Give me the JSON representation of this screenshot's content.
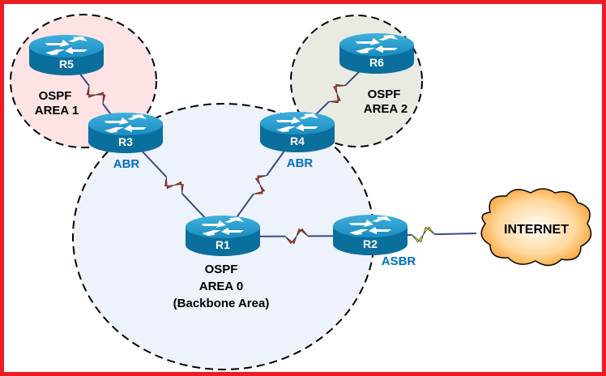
{
  "areas": {
    "area1": {
      "line1": "OSPF",
      "line2": "AREA 1",
      "fill": "#fde3e3"
    },
    "area2": {
      "line1": "OSPF",
      "line2": "AREA 2",
      "fill": "#e9ebe3"
    },
    "area0": {
      "line1": "OSPF",
      "line2": "AREA 0",
      "line3": "(Backbone Area)",
      "fill": "#eef2fa"
    }
  },
  "routers": {
    "r1": "R1",
    "r2": "R2",
    "r3": "R3",
    "r4": "R4",
    "r5": "R5",
    "r6": "R6"
  },
  "roles": {
    "r3": "ABR",
    "r4": "ABR",
    "r2": "ASBR"
  },
  "internet": "INTERNET",
  "links": [
    {
      "from": "R5",
      "to": "R3",
      "color": "#ff2020"
    },
    {
      "from": "R3",
      "to": "R1",
      "color": "#ff2020"
    },
    {
      "from": "R4",
      "to": "R1",
      "color": "#ff2020"
    },
    {
      "from": "R6",
      "to": "R4",
      "color": "#ff2020"
    },
    {
      "from": "R1",
      "to": "R2",
      "color": "#ff2020"
    },
    {
      "from": "R2",
      "to": "INTERNET",
      "color": "#ffff00"
    }
  ],
  "colors": {
    "border": "#ed1c24",
    "role_text": "#0070c0",
    "router": "#1a8fc0"
  }
}
